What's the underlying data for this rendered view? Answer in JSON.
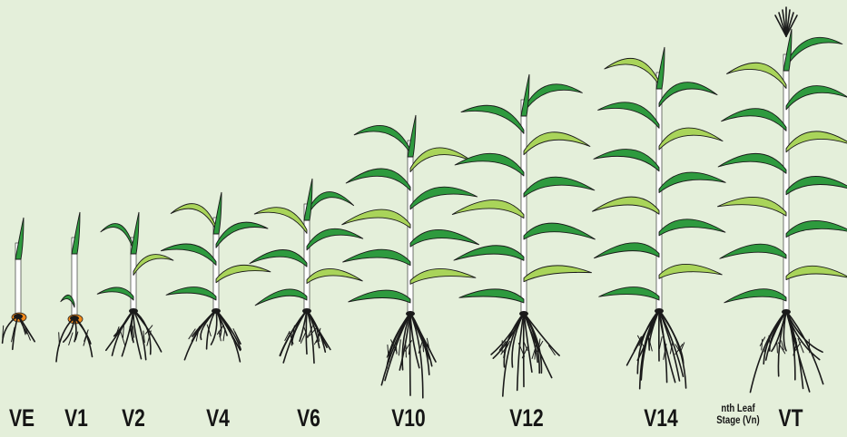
{
  "stages": [
    {
      "label": "VE"
    },
    {
      "label": "V1"
    },
    {
      "label": "V2"
    },
    {
      "label": "V4"
    },
    {
      "label": "V6"
    },
    {
      "label": "V10"
    },
    {
      "label": "V12"
    },
    {
      "label": "V14"
    },
    {
      "label": "VT"
    }
  ],
  "note": {
    "line1": "nth Leaf",
    "line2": "Stage (Vn)"
  },
  "colors": {
    "background": "#e4efda",
    "leaf_dark": "#2e9a3e",
    "leaf_light": "#a9d45a",
    "stem": "#ffffff",
    "root": "#1a1a1a",
    "seed": "#f08a1c",
    "outline": "#1a1a1a"
  },
  "icons": [
    "corn-plant-icon",
    "root-system-icon",
    "seed-icon",
    "tassel-icon"
  ]
}
